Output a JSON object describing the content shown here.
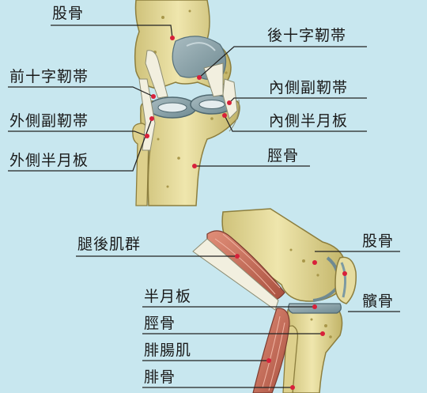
{
  "colors": {
    "background": "#c8e7ef",
    "bone": "#e8dc9a",
    "bone_shadow": "#b8a957",
    "cartilage": "#8fa6ad",
    "muscle": "#c86e5a",
    "ligament": "#f2efdf",
    "leader_line": "#222222",
    "marker": "#d8203a"
  },
  "front_view": {
    "labels": {
      "femur": "股骨",
      "pcl": "後十字靭帯",
      "acl": "前十字靭帯",
      "mcl": "內側副靭帯",
      "lcl": "外側副靭帯",
      "medial_meniscus": "內側半月板",
      "lateral_meniscus": "外側半月板",
      "tibia": "脛骨"
    }
  },
  "side_view": {
    "labels": {
      "hamstrings": "腿後肌群",
      "femur": "股骨",
      "patella": "髕骨",
      "meniscus": "半月板",
      "tibia": "脛骨",
      "gastrocnemius": "腓腸肌",
      "fibula": "腓骨"
    }
  }
}
